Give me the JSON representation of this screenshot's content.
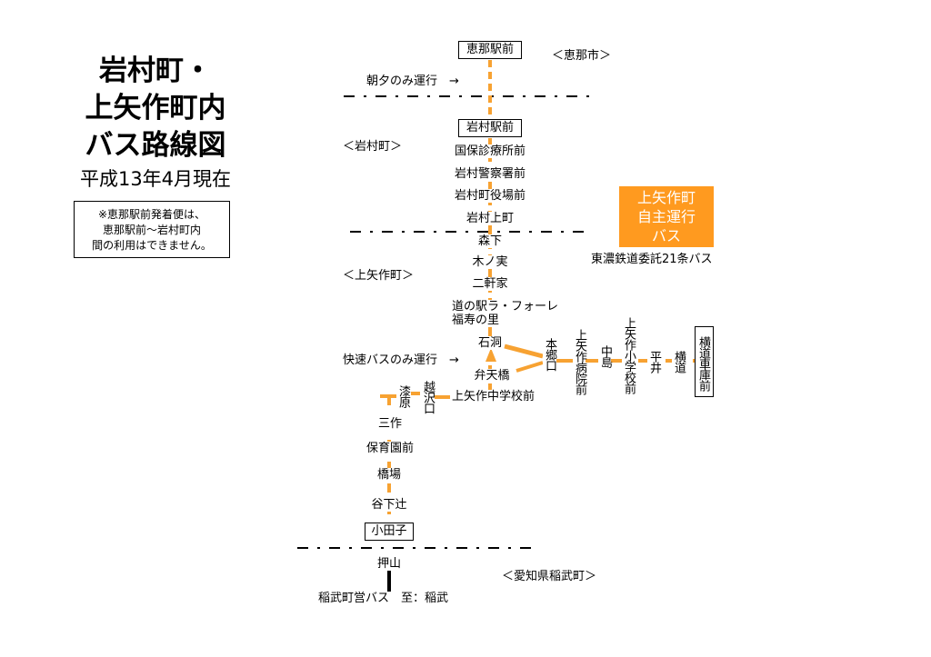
{
  "title": {
    "lines": [
      "岩村町・",
      "上矢作町内",
      "バス路線図"
    ],
    "date": "平成13年4月現在"
  },
  "note": [
    "※恵那駅前発着便は、",
    "恵那駅前～岩村町内",
    "間の利用はできません。"
  ],
  "regions": {
    "ena": "＜恵那市＞",
    "iwamura": "＜岩村町＞",
    "kamiyahagi": "＜上矢作町＞",
    "inabu": "＜愛知県稲武町＞"
  },
  "annotations": {
    "morning_evening": "朝夕のみ運行　→",
    "rapid_only": "快速バスのみ運行　→",
    "contract": "東濃鉄道委託21条バス",
    "inabu_bus": "稲武町営バス　至：稲武"
  },
  "self_operated": {
    "lines": [
      "上矢作町",
      "自主運行",
      "バス"
    ]
  },
  "terminals": {
    "ena_station": "恵那駅前",
    "iwamura_station": "岩村駅前",
    "yokomichi_depot": "横道車庫前",
    "otago": "小田子"
  },
  "main_stops": [
    "国保診療所前",
    "岩村警察署前",
    "岩村町役場前",
    "岩村上町",
    "森下",
    "木ノ実",
    "二軒家",
    "道の駅ラ・フォーレ",
    "福寿の里",
    "石洞",
    "弁天橋",
    "上矢作中学校前"
  ],
  "east_stops": [
    "本郷口",
    "上矢作病院前",
    "中島",
    "上矢作小学校前",
    "平井",
    "横道"
  ],
  "south_stops": [
    "越沢口",
    "漆原",
    "三作",
    "保育園前",
    "橋場",
    "谷下辻",
    "押山"
  ],
  "colors": {
    "route": "#F7A232",
    "self_operated_box": "#FF9A1F"
  }
}
